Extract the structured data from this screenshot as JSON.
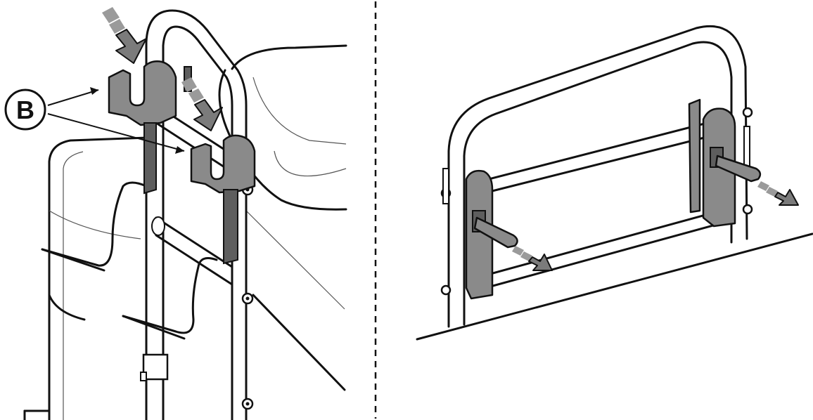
{
  "callout": {
    "label": "B"
  },
  "colors": {
    "line": "#111111",
    "clip_fill": "#8a8a8a",
    "arrow_fill": "#7b7b7b",
    "background": "#ffffff"
  },
  "panels": [
    {
      "id": "left",
      "step": "insert-clips"
    },
    {
      "id": "right",
      "step": "lock-levers"
    }
  ]
}
